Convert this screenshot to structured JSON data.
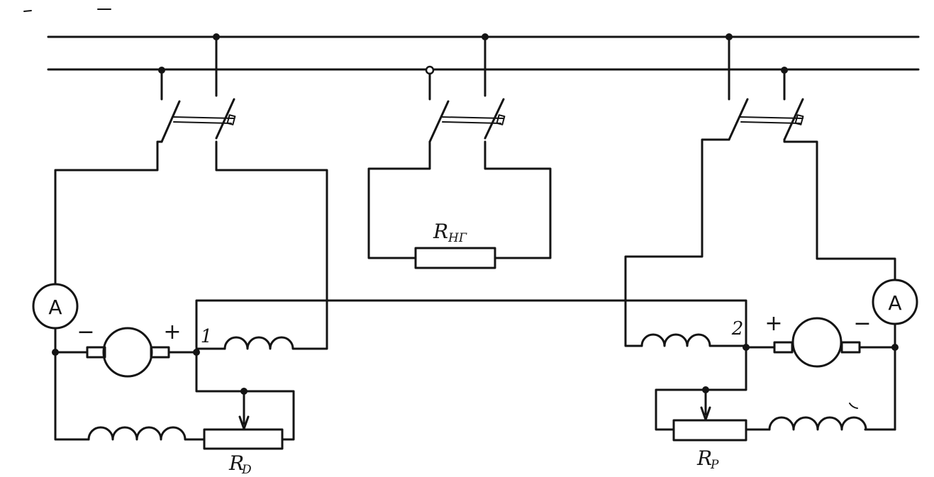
{
  "labels": {
    "load_resistor": "R",
    "load_resistor_sub": "НГ",
    "left_rheostat": "R",
    "left_rheostat_sub": "D",
    "right_rheostat": "R",
    "right_rheostat_sub": "P",
    "node_left": "1",
    "node_right": "2",
    "ammeter_left": "A",
    "ammeter_right": "A",
    "left_minus": "−",
    "left_plus": "+",
    "right_plus": "+",
    "right_minus": "−"
  }
}
